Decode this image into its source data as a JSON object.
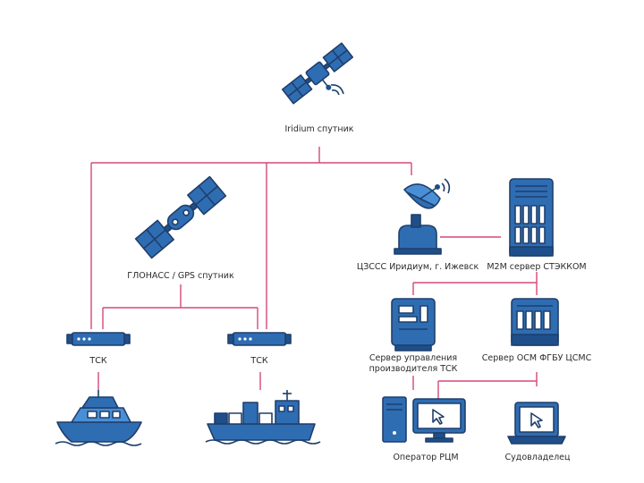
{
  "labels": {
    "iridium_satellite": "Iridium спутник",
    "glonass_satellite": "ГЛОНАСС / GPS спутник",
    "iridium_station": "ЦЗССС Иридиум, г. Ижевск",
    "m2m_server": "M2M сервер СТЭККОМ",
    "tsk_left": "ТСК",
    "tsk_right": "ТСК",
    "manufacturer_server": "Сервер управления производителя ТСК",
    "osm_server": "Сервер ОСМ ФГБУ ЦСМС",
    "rcm_operator": "Оператор РЦМ",
    "ship_owner": "Судовладелец"
  },
  "colors": {
    "wire": "#d6487a",
    "primary": "#2f6db3",
    "dark": "#1f4f8a",
    "outline": "#1f3f6b"
  },
  "icons": {
    "iridium": "satellite-icon",
    "glonass": "satellite-icon",
    "station": "satellite-dish-icon",
    "m2m": "server-rack-icon",
    "tsk": "tracker-device-icon",
    "yacht": "yacht-icon",
    "cargo": "cargo-ship-icon",
    "mgmt": "server-cabinet-icon",
    "osm": "server-rack-icon",
    "rcm": "desktop-computer-icon",
    "owner": "laptop-icon"
  }
}
